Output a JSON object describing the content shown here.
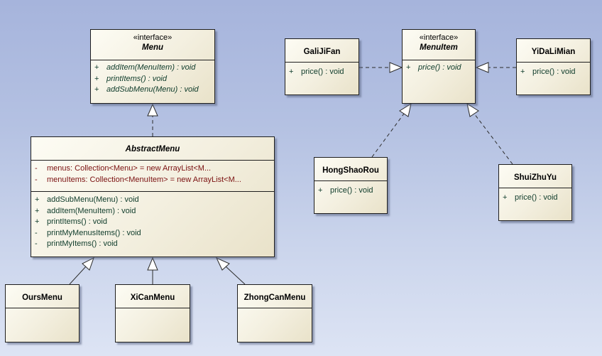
{
  "classes": {
    "menu": {
      "stereotype": "«interface»",
      "name": "Menu",
      "operations": [
        {
          "vis": "+",
          "text": "addItem(MenuItem) : void"
        },
        {
          "vis": "+",
          "text": "printItems() : void"
        },
        {
          "vis": "+",
          "text": "addSubMenu(Menu) : void"
        }
      ]
    },
    "abstract_menu": {
      "name": "AbstractMenu",
      "attributes": [
        {
          "vis": "-",
          "text": "menus:  Collection<Menu> = new ArrayList<M..."
        },
        {
          "vis": "-",
          "text": "menuItems:  Collection<MenuItem> = new ArrayList<M..."
        }
      ],
      "operations": [
        {
          "vis": "+",
          "text": "addSubMenu(Menu) : void"
        },
        {
          "vis": "+",
          "text": "addItem(MenuItem) : void"
        },
        {
          "vis": "+",
          "text": "printItems() : void"
        },
        {
          "vis": "-",
          "text": "printMyMenusItems() : void"
        },
        {
          "vis": "-",
          "text": "printMyItems() : void"
        }
      ]
    },
    "ours_menu": {
      "name": "OursMenu"
    },
    "xican_menu": {
      "name": "XiCanMenu"
    },
    "zhongcan_menu": {
      "name": "ZhongCanMenu"
    },
    "menu_item": {
      "stereotype": "«interface»",
      "name": "MenuItem",
      "operations": [
        {
          "vis": "+",
          "text": "price() : void"
        }
      ]
    },
    "galijifan": {
      "name": "GaliJiFan",
      "operations": [
        {
          "vis": "+",
          "text": "price() : void"
        }
      ]
    },
    "yidalimian": {
      "name": "YiDaLiMian",
      "operations": [
        {
          "vis": "+",
          "text": "price() : void"
        }
      ]
    },
    "hongshaorou": {
      "name": "HongShaoRou",
      "operations": [
        {
          "vis": "+",
          "text": "price() : void"
        }
      ]
    },
    "shuizhuyu": {
      "name": "ShuiZhuYu",
      "operations": [
        {
          "vis": "+",
          "text": "price() : void"
        }
      ]
    }
  },
  "colors": {
    "attribute_text": "#7a1010",
    "operation_text": "#0e3b2a",
    "class_border": "#1e1e1e"
  }
}
